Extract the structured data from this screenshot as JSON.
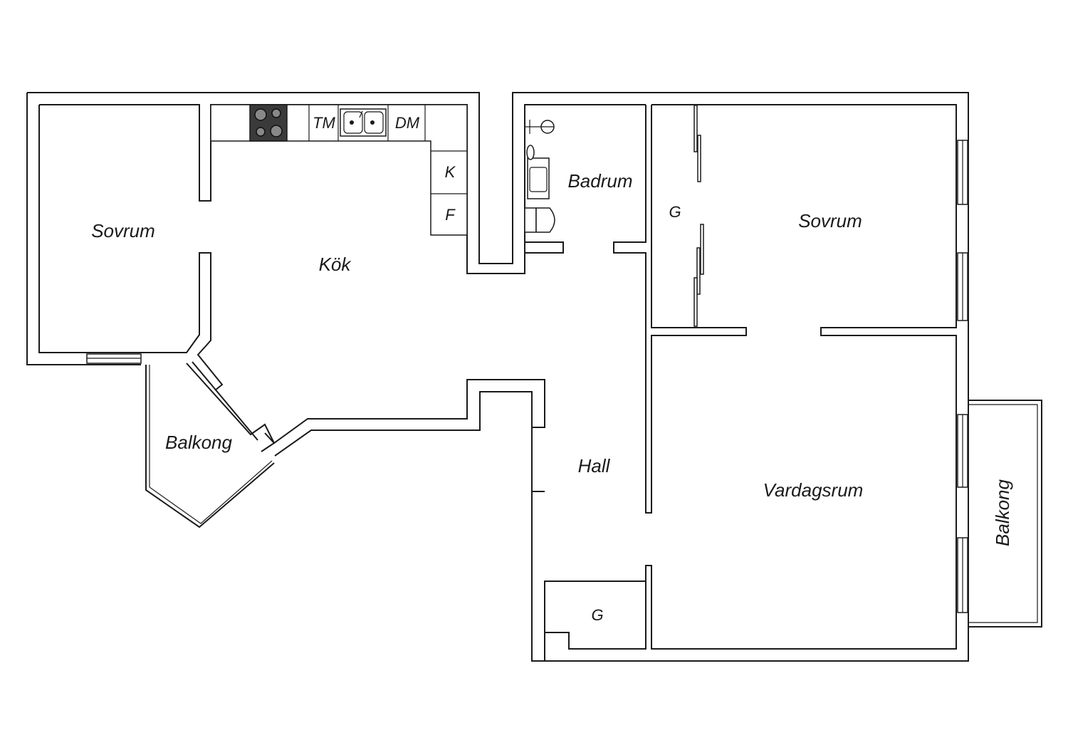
{
  "colors": {
    "wall": "#1a1a1a",
    "background": "#ffffff",
    "stove": "#3a3a3a"
  },
  "rooms": {
    "bedroom_left": "Sovrum",
    "kitchen": "Kök",
    "balcony_left": "Balkong",
    "bathroom": "Badrum",
    "closet_top": "G",
    "bedroom_right": "Sovrum",
    "hall": "Hall",
    "closet_bottom": "G",
    "living_room": "Vardagsrum",
    "balcony_right": "Balkong"
  },
  "appliances": {
    "washing_machine": "TM",
    "dishwasher": "DM",
    "fridge": "K",
    "freezer": "F"
  }
}
